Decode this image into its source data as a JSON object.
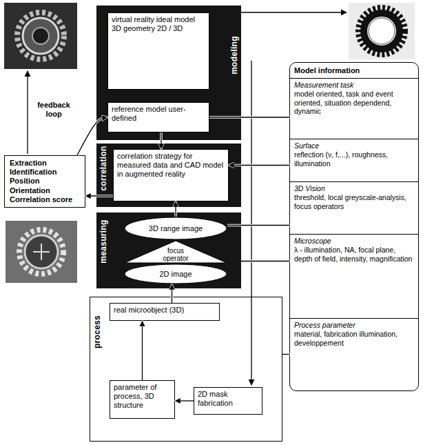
{
  "diagram": {
    "nodes": [
      {
        "text": [
          "modeling"
        ]
      },
      {
        "text": [
          "virtual reality ideal model 3D geometry 2D / 3D"
        ],
        "in": 0
      },
      {
        "text": [
          "reference model user-defined"
        ],
        "in": 0
      },
      {
        "text": [
          "correlation"
        ]
      },
      {
        "text": [
          "correlation strategy for measured data and CAD model in augmented reality"
        ],
        "in": 3
      },
      {
        "text": [
          "measuring"
        ]
      },
      {
        "text": [
          "3D range image"
        ],
        "in": 5
      },
      {
        "text": [
          "focus operator"
        ],
        "in": 5
      },
      {
        "text": [
          "2D image"
        ],
        "in": 5
      },
      {
        "text": [
          "process"
        ]
      },
      {
        "text": [
          "real microobject (3D)"
        ],
        "in": 9
      },
      {
        "text": [
          "parameter of process, 3D structure"
        ],
        "in": 9
      },
      {
        "text": [
          "2D mask fabrication"
        ],
        "in": 9
      },
      {
        "text": [
          "Extraction Identification Position Orientation Correlation score"
        ]
      },
      {
        "text": [
          "Model information"
        ]
      },
      {
        "text": [
          "Measurement task",
          "model oriented, task and event oriented, situation dependend, dynamic"
        ],
        "in": 14
      },
      {
        "text": [
          "Surface",
          "reflection (ν, f,...), roughness, illumination"
        ],
        "in": 14
      },
      {
        "text": [
          "3D Vision",
          "threshold, local greyscale-analysis, focus operators"
        ],
        "in": 14
      },
      {
        "text": [
          "Microscope",
          "λ - illumination, NA, focal plane, depth of field, intensity, magnification"
        ],
        "in": 14
      },
      {
        "text": [
          "Process parameter",
          "material, fabrication illumination, developpement"
        ],
        "in": 14
      }
    ],
    "edges": [
      {
        "from": 2,
        "to": 4,
        "arrow": "to"
      },
      {
        "from": 6,
        "to": 4,
        "arrow": "to"
      },
      {
        "from": 10,
        "to": 8,
        "arrow": "to"
      },
      {
        "from": 11,
        "to": 10,
        "arrow": "to"
      },
      {
        "from": 12,
        "to": 11,
        "arrow": "to"
      },
      {
        "from": 4,
        "to": 13,
        "arrow": "to"
      },
      {
        "from": 13,
        "to": 2,
        "arrow": "to"
      },
      {
        "from": 15,
        "to": 2,
        "arrow": "none"
      },
      {
        "from": 16,
        "to": 4,
        "arrow": "to"
      },
      {
        "from": 17,
        "to": 6,
        "arrow": "none"
      },
      {
        "from": 18,
        "to": 5,
        "arrow": "none"
      },
      {
        "from": 19,
        "to": 9,
        "arrow": "none"
      }
    ],
    "labels": [
      "feedback loop"
    ]
  }
}
